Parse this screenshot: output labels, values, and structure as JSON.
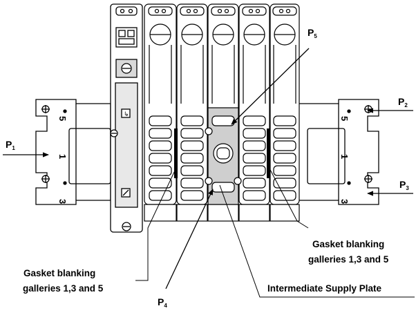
{
  "ports": {
    "p1": {
      "main": "P",
      "sub": "1"
    },
    "p2": {
      "main": "P",
      "sub": "2"
    },
    "p3": {
      "main": "P",
      "sub": "3"
    },
    "p4": {
      "main": "P",
      "sub": "4"
    },
    "p5": {
      "main": "P",
      "sub": "5"
    }
  },
  "callouts": {
    "gasket_right_line1": "Gasket blanking",
    "gasket_right_line2": "galleries 1,3 and 5",
    "gasket_left_line1": "Gasket blanking",
    "gasket_left_line2": "galleries 1,3 and 5",
    "intermediate": "Intermediate Supply Plate"
  },
  "endplate_left": {
    "top": "5",
    "mid": "1",
    "bottom": "3"
  },
  "endplate_right": {
    "top": "5",
    "mid": "1",
    "bottom": "3"
  }
}
